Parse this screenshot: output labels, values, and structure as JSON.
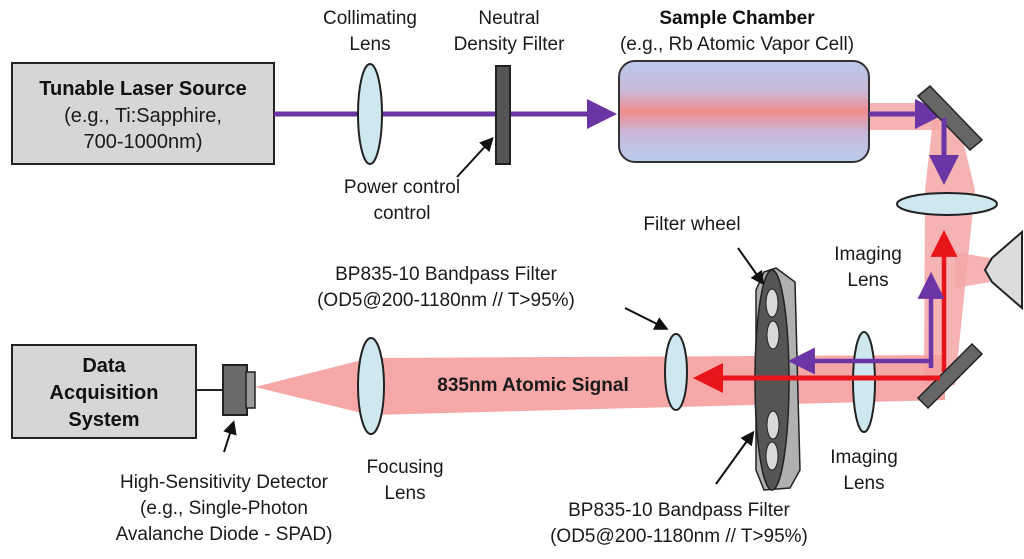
{
  "colors": {
    "purple_beam": "#6b35a6",
    "red_beam": "#e8151b",
    "signal_fill": "#f59e9e",
    "lens_fill": "#cfe7ee",
    "box_fill": "#d6d6d6",
    "filter_dark": "#555555",
    "chamber_fill": "#b7c9e9"
  },
  "laser_source": {
    "title": "Tunable Laser Source",
    "line1": "(e.g., Ti:Sapphire,",
    "line2": "700-1000nm)"
  },
  "collimating_lens": {
    "line1": "Collimating",
    "line2": "Lens"
  },
  "nd_filter": {
    "line1": "Neutral",
    "line2": "Density Filter"
  },
  "sample_chamber": {
    "title": "Sample Chamber",
    "subtitle": "(e.g., Rb Atomic Vapor Cell)"
  },
  "power_control": {
    "line1": "Power control",
    "line2": "control"
  },
  "filter_wheel": {
    "label": "Filter wheel"
  },
  "imaging_lens_top": {
    "line1": "Imaging",
    "line2": "Lens"
  },
  "imaging_lens_bottom": {
    "line1": "Imaging",
    "line2": "Lens"
  },
  "bandpass_top": {
    "line1": "BP835-10 Bandpass Filter",
    "line2": "(OD5@200-1180nm // T>95%)"
  },
  "bandpass_bottom": {
    "line1": "BP835-10 Bandpass Filter",
    "line2": "(OD5@200-1180nm // T>95%)"
  },
  "signal": {
    "label": "835nm Atomic Signal"
  },
  "daq": {
    "line1": "Data",
    "line2": "Acquisition",
    "line3": "System"
  },
  "detector": {
    "line1": "High-Sensitivity Detector",
    "line2": "(e.g., Single-Photon",
    "line3": "Avalanche Diode - SPAD)"
  },
  "focusing_lens": {
    "line1": "Focusing",
    "line2": "Lens"
  }
}
